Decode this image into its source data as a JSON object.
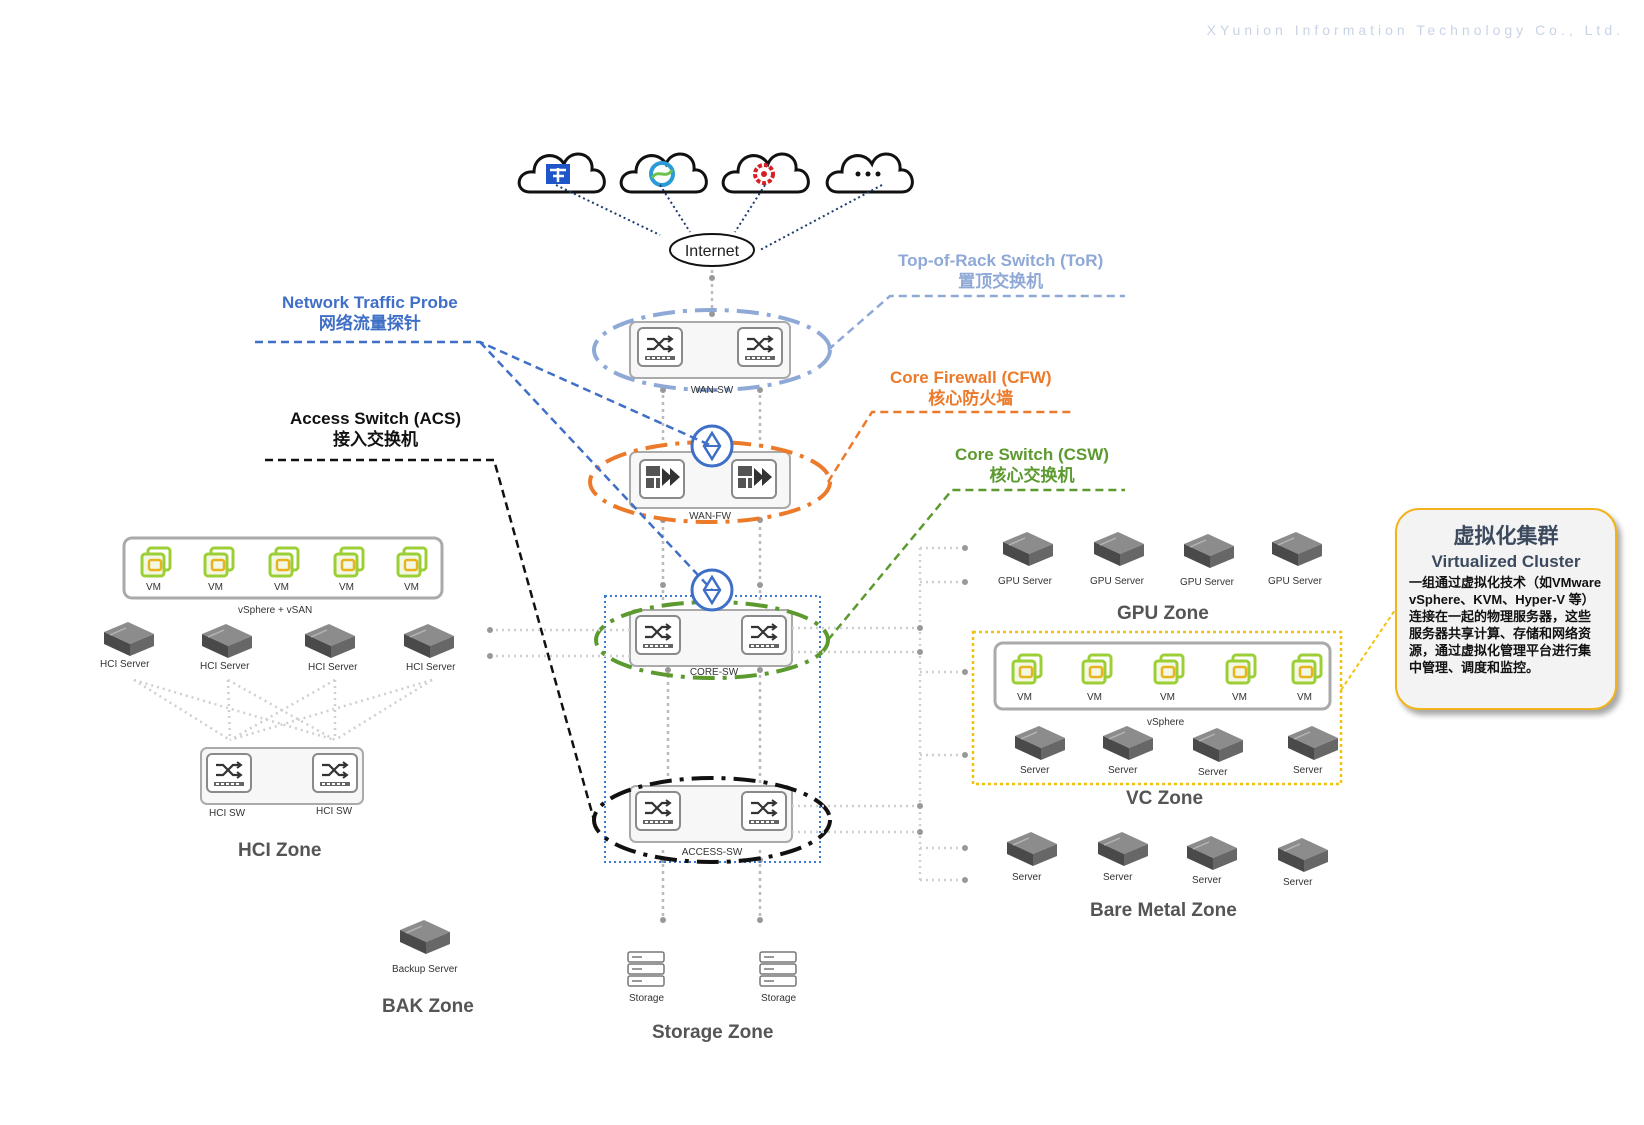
{
  "company": "XYunion Information Technology Co., Ltd.",
  "internet": "Internet",
  "callouts": {
    "tor": {
      "en": "Top-of-Rack Switch (ToR)",
      "zh": "置顶交换机",
      "color": "#8fa9d6"
    },
    "probe": {
      "en": "Network Traffic Probe",
      "zh": "网络流量探针",
      "color": "#3f6fc6"
    },
    "cfw": {
      "en": "Core Firewall (CFW)",
      "zh": "核心防火墙",
      "color": "#ec7a2b"
    },
    "acs": {
      "en": "Access Switch (ACS)",
      "zh": "接入交换机",
      "color": "#111111"
    },
    "csw": {
      "en": "Core Switch (CSW)",
      "zh": "核心交换机",
      "color": "#5c9a2f"
    }
  },
  "devices": {
    "wan_sw": "WAN-SW",
    "wan_fw": "WAN-FW",
    "core_sw": "CORE-SW",
    "access_sw": "ACCESS-SW",
    "hci_sw_left": "HCI SW",
    "hci_sw_right": "HCI SW"
  },
  "hci": {
    "vm_labels": [
      "VM",
      "VM",
      "VM",
      "VM",
      "VM"
    ],
    "platform": "vSphere + vSAN",
    "servers": [
      "HCI Server",
      "HCI Server",
      "HCI Server",
      "HCI Server"
    ],
    "zone": "HCI Zone"
  },
  "gpu": {
    "servers": [
      "GPU Server",
      "GPU Server",
      "GPU Server",
      "GPU Server"
    ],
    "zone": "GPU Zone"
  },
  "vc": {
    "vm_labels": [
      "VM",
      "VM",
      "VM",
      "VM",
      "VM"
    ],
    "platform": "vSphere",
    "servers": [
      "Server",
      "Server",
      "Server",
      "Server"
    ],
    "zone": "VC Zone"
  },
  "bare_metal": {
    "servers": [
      "Server",
      "Server",
      "Server",
      "Server"
    ],
    "zone": "Bare Metal Zone"
  },
  "bak": {
    "server": "Backup Server",
    "zone": "BAK Zone"
  },
  "storage": {
    "items": [
      "Storage",
      "Storage"
    ],
    "zone": "Storage Zone"
  },
  "info_box": {
    "title": "虚拟化集群",
    "subtitle": "Virtualized Cluster",
    "body": "一组通过虚拟化技术（如VMware vSphere、KVM、Hyper-V 等）连接在一起的物理服务器，这些服务器共享计算、存储和网络资源，通过虚拟化管理平台进行集中管理、调度和监控。"
  },
  "clouds": [
    "china-telecom-icon",
    "china-mobile-icon",
    "china-unicom-icon",
    "more-ellipsis-icon"
  ],
  "colors": {
    "tor": "#8fa9d6",
    "probe": "#3f6fc6",
    "cfw": "#ec7a2b",
    "acs": "#111111",
    "csw": "#5c9a2f",
    "vc_zone": "#f2c20f",
    "vm": "#9ccf36"
  }
}
